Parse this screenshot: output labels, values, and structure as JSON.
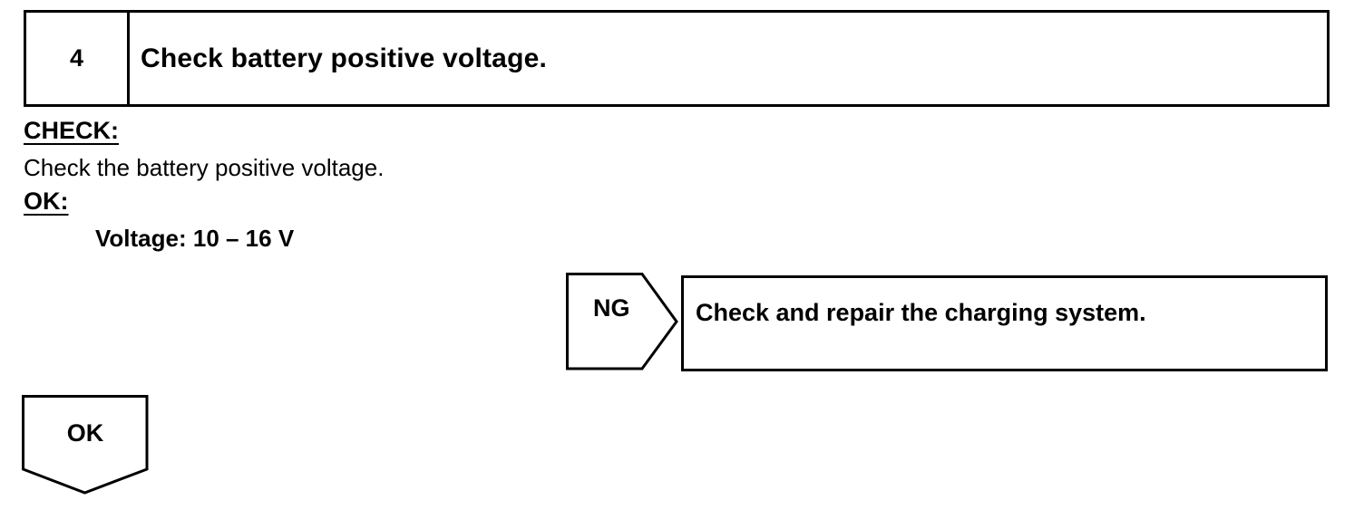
{
  "step": {
    "number": "4",
    "title": "Check battery positive voltage."
  },
  "check": {
    "heading": "CHECK:",
    "text": "Check the battery positive voltage."
  },
  "ok_spec": {
    "heading": "OK:",
    "value": "Voltage: 10 – 16 V"
  },
  "ng_branch": {
    "label": "NG",
    "action": "Check and repair the charging system."
  },
  "ok_branch": {
    "label": "OK"
  }
}
